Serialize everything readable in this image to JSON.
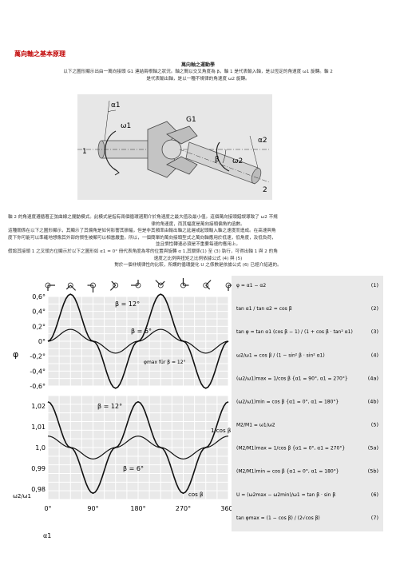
{
  "title": "萬向軸之基本原理",
  "subtitle": "萬向軸之運動學",
  "intro_line1": "以下之圖形顯示出由一萬向接頭 G1 連結兩根軸之狀況。軸之間以交叉角度為 β，軸 1 是代表輸入軸，是以恆定的角速度 ω1 旋轉。軸 2",
  "intro_line2": "是代表輸出軸，是以一種不規律的角速度 ω2 旋轉。",
  "body_line1": "軸 2 的角速度遵循著正弦曲線之擺動模式。此模式是指有兩個循環週期介於角速度之最大值及最小值。這個萬向接頭錯誤導致了 ω2 不規",
  "body_line2": "律的角速度，而其幅度是萬向接頭偏角的函數。",
  "body_line3": "這種關係在以下之圖形顯示，其顯示了其偏角是如何影響其振幅，但是非其頻率由輸出軸之延遲或起頭輸入軸之速度而造成。在高速與角",
  "body_line4": "度下你可能可以準確地想像其外部的慣性被顯可以相當嚴重。所以，一個簡單的萬向接頭型式之萬向軸應用於低速，低角度，及低負荷，",
  "body_line5": "並且慣性轉速必須是不重要每速的應用上。",
  "body_line6": "假設其接頭 1 之叉頭方位顯示於以下之圖形如 α1 = 0° 冊代表角度為零的位置與旋轉 α 1,其關係(1) 至 (3) 執行，可得出軸 1 與 2 的角",
  "body_line7": "速度之比例與扭矩之比例依據公式 (4) 與 (5)",
  "body_line8": "對於一個非規律性的比較，所謂的循環變化 U 之係數是依據公式 (6) 已經介紹過的。",
  "figure1": {
    "label_1": "1",
    "label_2": "2",
    "label_g1": "G1",
    "label_a1": "α1",
    "label_a2": "α2",
    "label_w1": "ω1",
    "label_w2": "ω2",
    "label_beta": "β"
  },
  "chart_data": [
    {
      "type": "line",
      "title": "",
      "ylabel": "φ",
      "yticks": [
        "0,6°",
        "0,4°",
        "0,2°",
        "0°",
        "-0,2°",
        "-0,4°",
        "-0,6°"
      ],
      "ylim": [
        -0.6,
        0.6
      ],
      "xlim": [
        0,
        360
      ],
      "annotations": [
        "β = 12°",
        "β = 6°",
        "φmax für β = 12°"
      ],
      "series": [
        {
          "name": "β = 12°",
          "x": [
            0,
            45,
            90,
            135,
            180,
            225,
            270,
            315,
            360
          ],
          "values": [
            0,
            0.63,
            0,
            -0.63,
            0,
            0.63,
            0,
            -0.63,
            0
          ]
        },
        {
          "name": "β = 6°",
          "x": [
            0,
            45,
            90,
            135,
            180,
            225,
            270,
            315,
            360
          ],
          "values": [
            0,
            0.16,
            0,
            -0.16,
            0,
            0.16,
            0,
            -0.16,
            0
          ]
        }
      ]
    },
    {
      "type": "line",
      "title": "",
      "ylabel": "ω2/ω1",
      "xlabel": "α1",
      "xticks": [
        "0°",
        "90°",
        "180°",
        "270°",
        "360°"
      ],
      "yticks": [
        "1,02",
        "1,01",
        "1,0",
        "0,99",
        "0,98"
      ],
      "ylim": [
        0.975,
        1.025
      ],
      "xlim": [
        0,
        360
      ],
      "annotations": [
        "β = 12°",
        "β = 6°",
        "1/cos β",
        "cos β"
      ],
      "series": [
        {
          "name": "β = 12°",
          "x": [
            0,
            45,
            90,
            135,
            180,
            225,
            270,
            315,
            360
          ],
          "values": [
            1.022,
            1.0,
            0.978,
            1.0,
            1.022,
            1.0,
            0.978,
            1.0,
            1.022
          ]
        },
        {
          "name": "β = 6°",
          "x": [
            0,
            45,
            90,
            135,
            180,
            225,
            270,
            315,
            360
          ],
          "values": [
            1.0055,
            1.0,
            0.9945,
            1.0,
            1.0055,
            1.0,
            0.9945,
            1.0,
            1.0055
          ]
        }
      ]
    }
  ],
  "formulas": [
    {
      "text": "φ = α1 − α2",
      "num": "(1)"
    },
    {
      "text": "tan α1 / tan α2 = cos β",
      "num": "(2)"
    },
    {
      "text": "tan φ = tan α1 (cos β − 1) / (1 + cos β · tan² α1)",
      "num": "(3)"
    },
    {
      "text": "ω2/ω1 = cos β / (1 − sin² β · sin² α1)",
      "num": "(4)"
    },
    {
      "text": "(ω2/ω1)max = 1/cos β  {α1 = 90°, α1 = 270°}",
      "num": "(4a)"
    },
    {
      "text": "(ω2/ω1)min = cos β  {α1 = 0°, α1 = 180°}",
      "num": "(4b)"
    },
    {
      "text": "M2/M1 = ω1/ω2",
      "num": "(5)"
    },
    {
      "text": "(M2/M1)max = 1/cos β  {α1 = 0°, α1 = 270°}",
      "num": "(5a)"
    },
    {
      "text": "(M2/M1)min = cos β  {α1 = 0°, α1 = 180°}",
      "num": "(5b)"
    },
    {
      "text": "U = (ω2max − ω2min)/ω1 = tan β · sin β",
      "num": "(6)"
    },
    {
      "text": "tan φmax = (1 − cos β) / (2√cos β)",
      "num": "(7)"
    }
  ]
}
